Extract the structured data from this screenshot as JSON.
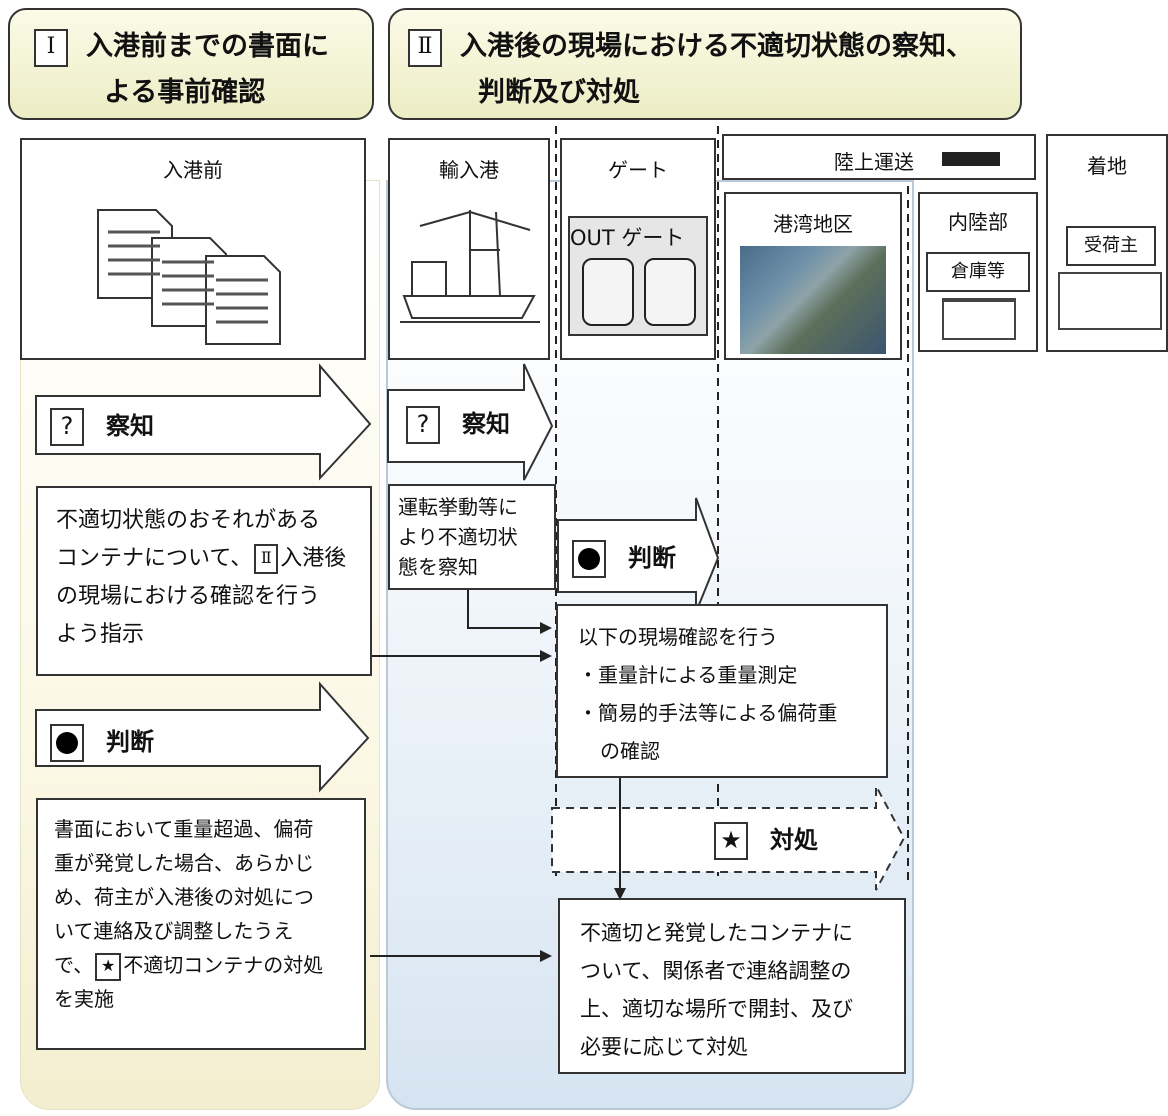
{
  "header1": {
    "roman": "Ⅰ",
    "line1": "入港前までの書面に",
    "line2": "よる事前確認"
  },
  "header2": {
    "roman": "Ⅱ",
    "line1": "入港後の現場における不適切状態の察知、",
    "line2": "判断及び対処"
  },
  "columns": {
    "pre_arrival": "入港前",
    "import_port": "輸入港",
    "gate": "ゲート",
    "land_transport": "陸上運送",
    "port_area": "港湾地区",
    "inland": "内陸部",
    "destination": "着地"
  },
  "gate_label": "OUT ゲート",
  "warehouse_label": "倉庫等",
  "consignee_label": "受荷主",
  "symbols": {
    "question": "?",
    "judge": "●",
    "star": "★"
  },
  "phase_labels": {
    "detect": "察知",
    "judge": "判断",
    "handle": "対処"
  },
  "text_box1": {
    "lines": [
      "不適切状態のおそれがある",
      "コンテナについて、",
      "入港後",
      "の現場における確認を行う",
      "よう指示"
    ]
  },
  "text_box2": {
    "lines": [
      "書面において重量超過、偏荷",
      "重が発覚した場合、あらかじ",
      "め、荷主が入港後の対処につ",
      "いて連絡及び調整したうえ",
      "で、",
      "不適切コンテナの対処",
      "を実施"
    ]
  },
  "text_box3": {
    "lines": [
      "運転挙動等に",
      "より不適切状",
      "態を察知"
    ]
  },
  "text_box4": {
    "lines": [
      "以下の現場確認を行う",
      "・重量計による重量測定",
      "・簡易的手法等による偏荷重",
      "の確認"
    ]
  },
  "text_box5": {
    "lines": [
      "不適切と発覚したコンテナに",
      "ついて、関係者で連絡調整の",
      "上、適切な場所で開封、及び",
      "必要に応じて対処"
    ]
  },
  "colors": {
    "header_bg": "#eeefc8",
    "panel1": "#f8f5e0",
    "panel2": "#dce8f3",
    "border": "#333333"
  }
}
